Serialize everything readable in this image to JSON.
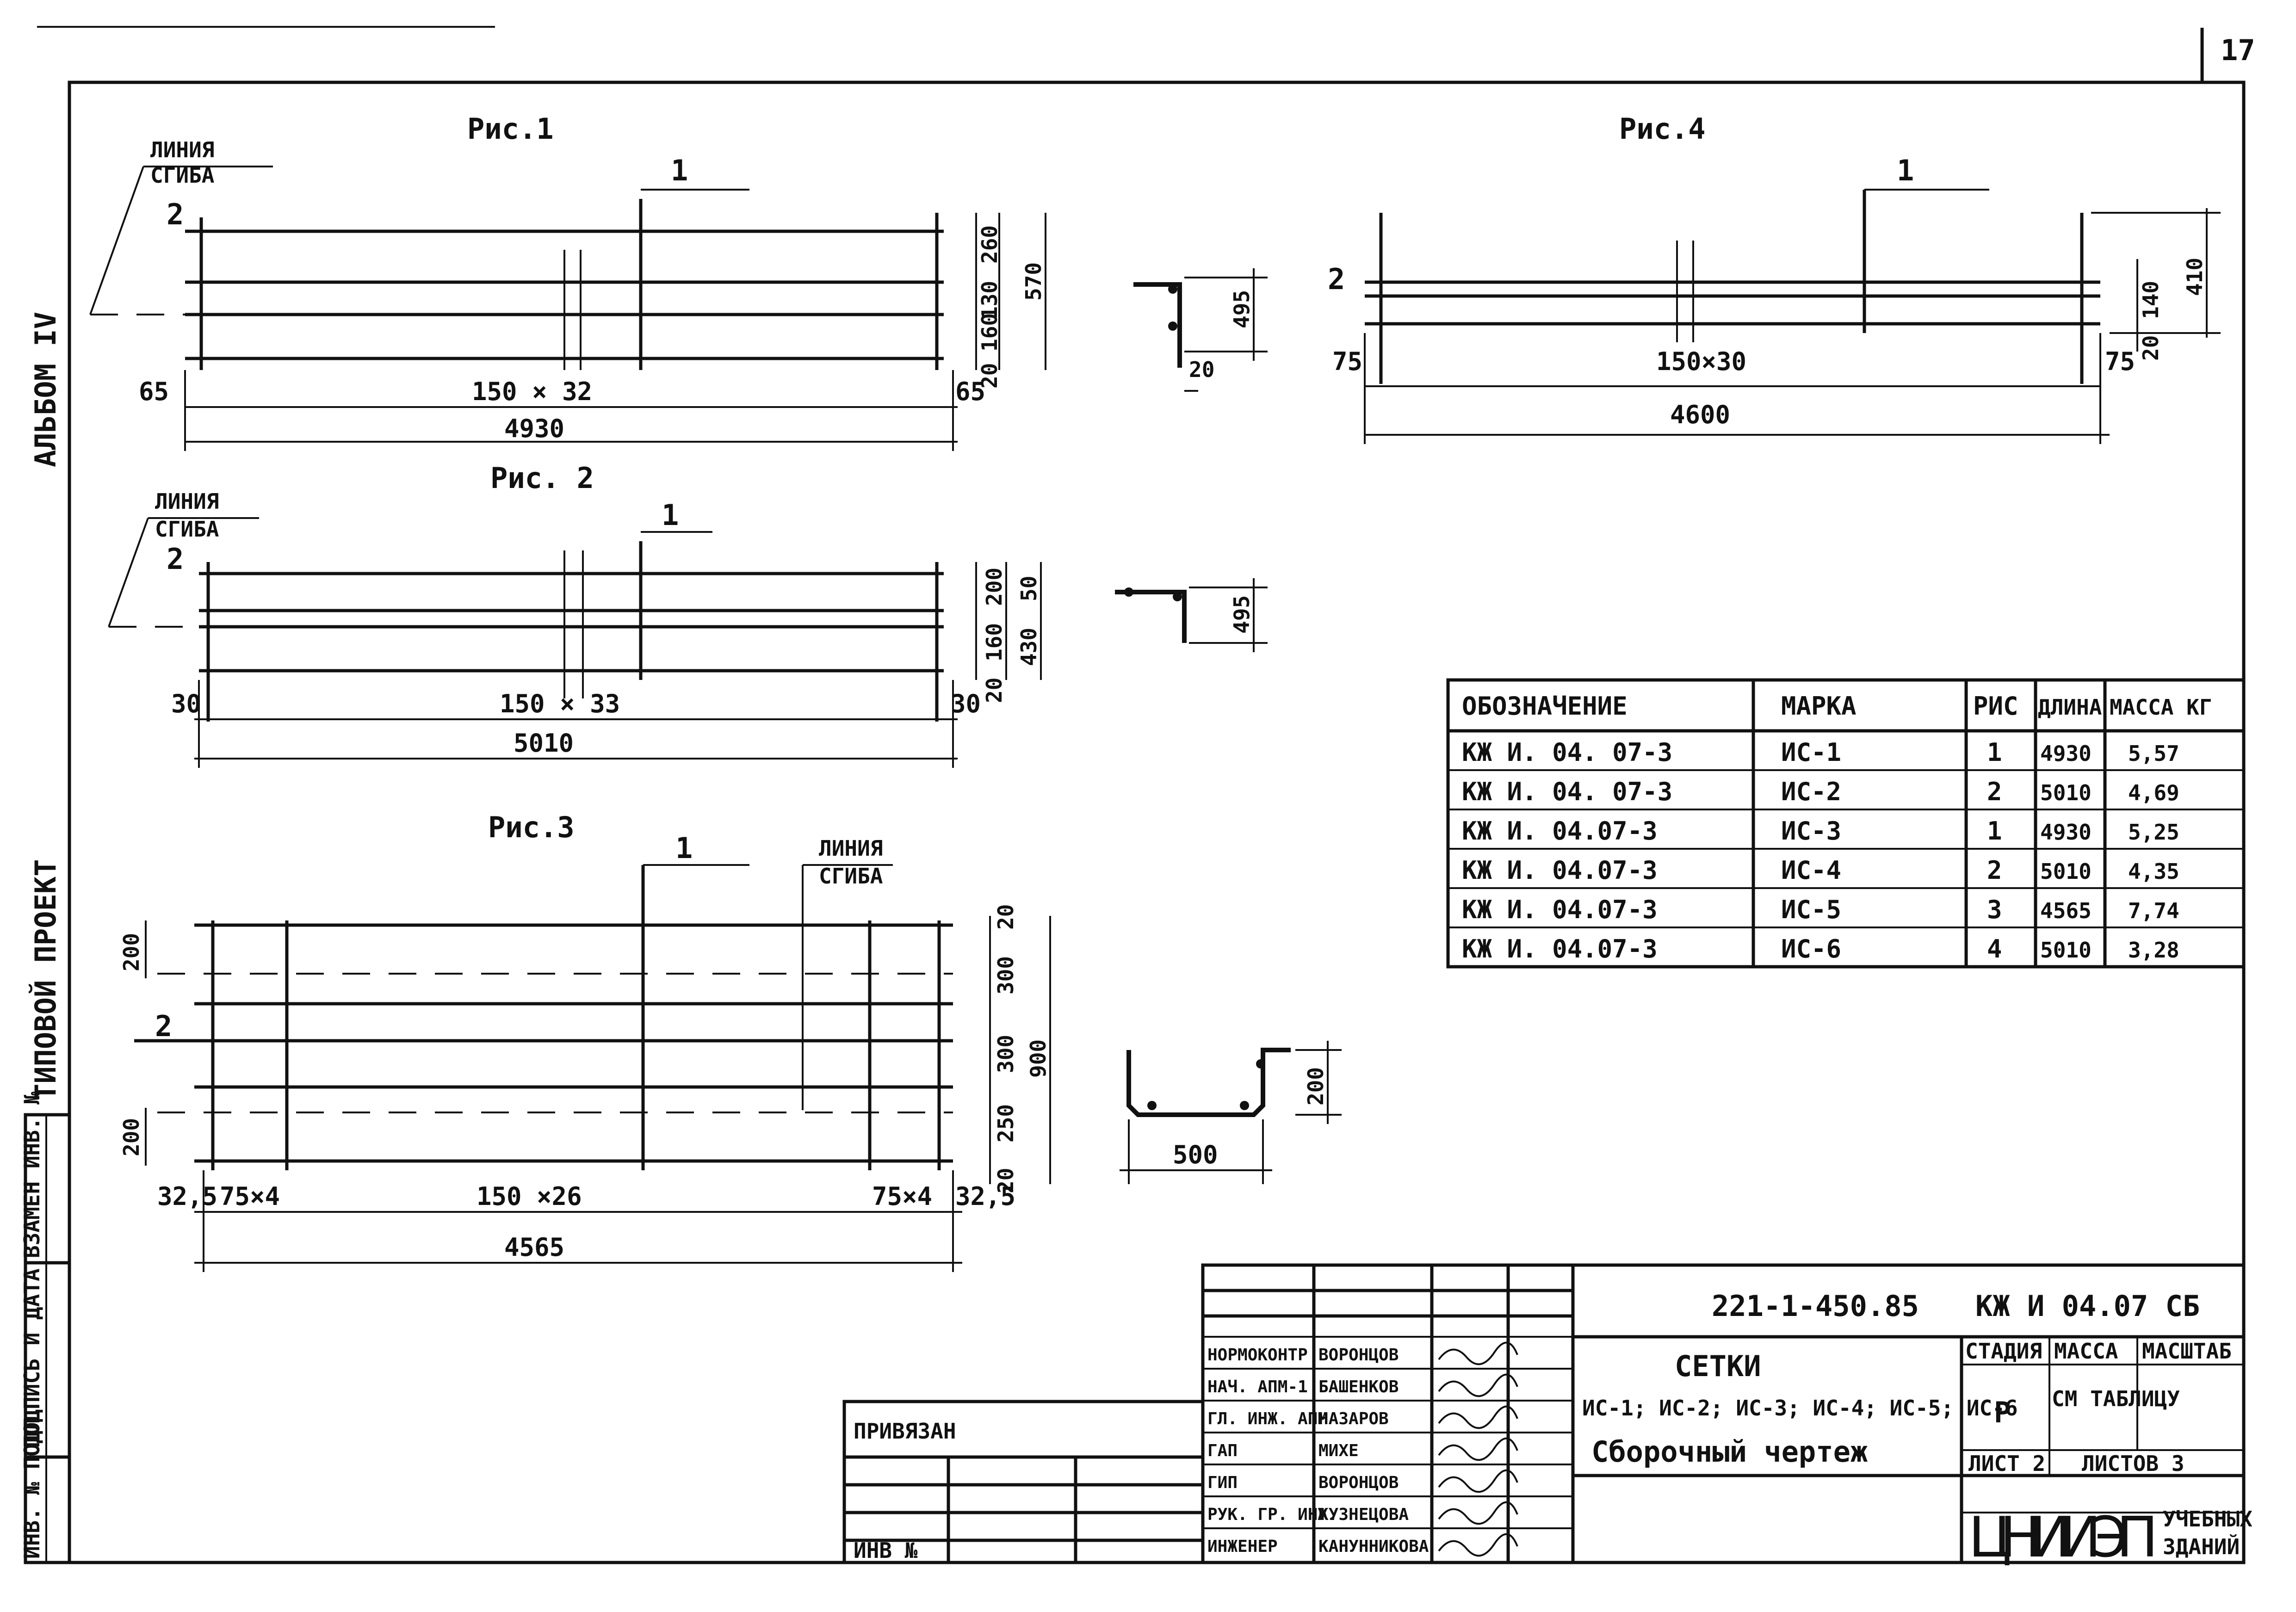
{
  "corner_number": "17",
  "side_labels": {
    "album": "АЛЬБОМ IV",
    "project": "ТИПОВОЙ ПРОЕКТ",
    "stamp_cells": [
      "ИНВ. № ПОДЛ.",
      "ПОДПИСЬ И ДАТА",
      "ВЗАМЕН ИНВ. №"
    ]
  },
  "figures": {
    "fig1": {
      "title": "Рис.1",
      "bend_line": [
        "ЛИНИЯ",
        "СГИБА"
      ],
      "callout_1": "1",
      "callout_2": "2",
      "dims": {
        "left_off": "65",
        "right_off": "65",
        "spacing": "150 × 32",
        "total": "4930",
        "h1": "260",
        "h2": "130",
        "h3": "160",
        "h4": "20",
        "h_total": "570"
      }
    },
    "fig2": {
      "title": "Рис. 2",
      "bend_line": [
        "ЛИНИЯ",
        "СГИБА"
      ],
      "callout_1": "1",
      "callout_2": "2",
      "dims": {
        "left_off": "30",
        "right_off": "30",
        "spacing": "150 × 33",
        "total": "5010",
        "h1": "200",
        "h2": "160",
        "h3": "20",
        "h_outer": "50",
        "h_total": "430"
      }
    },
    "fig3": {
      "title": "Рис.3",
      "bend_line": [
        "ЛИНИЯ",
        "СГИБА"
      ],
      "callout_1": "1",
      "callout_2": "2",
      "dims": {
        "left_off": "32,5",
        "left_group": "75×4",
        "spacing": "150 ×26",
        "right_group": "75×4",
        "right_off": "32,5",
        "total": "4565",
        "r1": "20",
        "r2": "300",
        "r3": "300",
        "r4": "250",
        "r5": "20",
        "r_total": "900",
        "l1": "200",
        "l2": "200"
      }
    },
    "fig4": {
      "title": "Рис.4",
      "callout_1": "1",
      "callout_2": "2",
      "dims": {
        "left_off": "75",
        "right_off": "75",
        "spacing": "150×30",
        "total": "4600",
        "h1": "140",
        "h2": "20",
        "h_total": "410"
      }
    }
  },
  "sections": {
    "s1": {
      "h": "495",
      "w": "20"
    },
    "s2": {
      "h": "495"
    },
    "s3": {
      "h": "200",
      "w": "500"
    }
  },
  "spec_table": {
    "headers": [
      "ОБОЗНАЧЕНИЕ",
      "МАРКА",
      "РИС",
      "ДЛИНА",
      "МАССА КГ"
    ],
    "rows": [
      [
        "КЖ И. 04. 07-3",
        "ИС-1",
        "1",
        "4930",
        "5,57"
      ],
      [
        "КЖ И. 04. 07-3",
        "ИС-2",
        "2",
        "5010",
        "4,69"
      ],
      [
        "КЖ И. 04.07-3",
        "ИС-3",
        "1",
        "4930",
        "5,25"
      ],
      [
        "КЖ И. 04.07-3",
        "ИС-4",
        "2",
        "5010",
        "4,35"
      ],
      [
        "КЖ И. 04.07-3",
        "ИС-5",
        "3",
        "4565",
        "7,74"
      ],
      [
        "КЖ И. 04.07-3",
        "ИС-6",
        "4",
        "5010",
        "3,28"
      ]
    ]
  },
  "title_block": {
    "project_code": "221-1-450.85",
    "doc_code": "КЖ И 04.07 СБ",
    "title_line1": "СЕТКИ",
    "title_line2": "ИС-1; ИС-2; ИС-3; ИС-4; ИС-5; ИС-6",
    "title_line3": "Сборочный чертеж",
    "stage_header": "СТАДИЯ",
    "mass_header": "МАССА",
    "scale_header": "МАСШТАБ",
    "stage_value": "Р",
    "mass_value": "СМ ТАБЛИЦУ",
    "sheet_label": "ЛИСТ 2",
    "sheets_label": "ЛИСТОВ 3",
    "org_logo": "ЦНИИЭП",
    "org_sub1": "УЧЕБНЫХ",
    "org_sub2": "ЗДАНИЙ",
    "attached_label": "ПРИВЯЗАН",
    "inv_label": "ИНВ №",
    "roles": [
      {
        "role": "НОРМОКОНТР",
        "name": "ВОРОНЦОВ"
      },
      {
        "role": "НАЧ. АПМ-1",
        "name": "БАШЕНКОВ"
      },
      {
        "role": "ГЛ. ИНЖ. АПМ",
        "name": "НАЗАРОВ"
      },
      {
        "role": "ГАП",
        "name": "МИХЕ"
      },
      {
        "role": "ГИП",
        "name": "ВОРОНЦОВ"
      },
      {
        "role": "РУК. ГР. ИНЖ.",
        "name": "КУЗНЕЦОВА"
      },
      {
        "role": "ИНЖЕНЕР",
        "name": "КАНУННИКОВА"
      }
    ]
  }
}
